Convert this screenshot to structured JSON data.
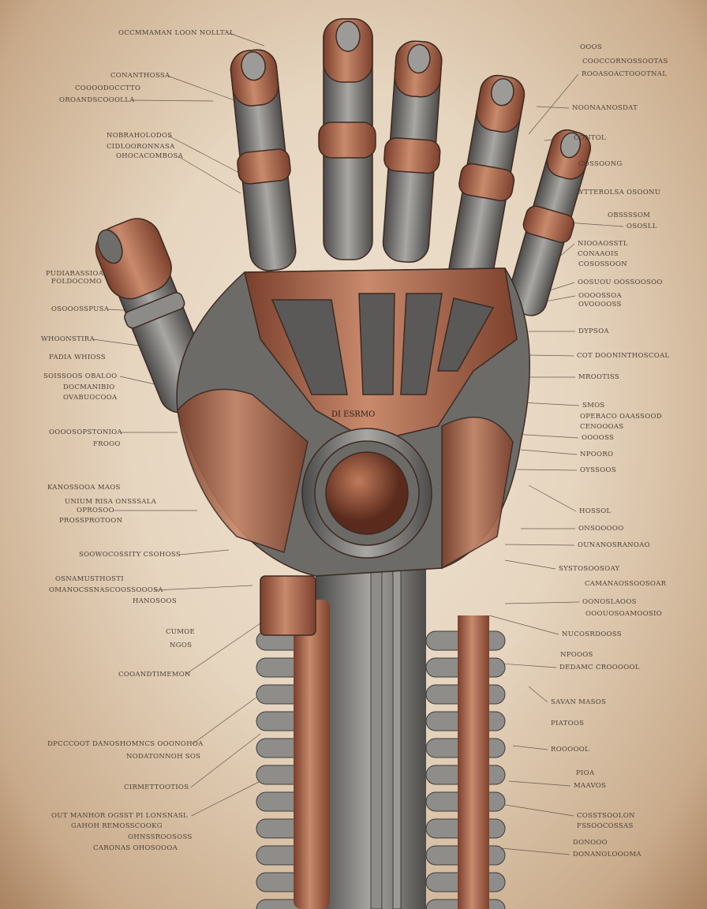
{
  "illustration": {
    "subject": "mechanical-hand",
    "colors": {
      "paper": "#e9dcc8",
      "copper": "#a8644a",
      "steel": "#7d7c7a",
      "ink": "#4e4036"
    },
    "palm_engraving": "DI ESRMO"
  },
  "labels": {
    "left": [
      "OCCMMAMAN LOON NOLLTAL",
      "CONANTHOSSA",
      "COOOODOCCTTO",
      "OROANDSCOOOLLA",
      "NOBRAHOLODOS",
      "CIDLOORONNASA",
      "OHOCACOMBOSA",
      "PUDIARASSIOA",
      "FOLDOCOMO",
      "OSOOOSSPUSA",
      "WHOONSTIRA",
      "FADIA WHIOSS",
      "SOISSOOS OBALOO",
      "DOCMANIBIO",
      "OVABUOCOOA",
      "OOOOSOPSTONIOA",
      "FROOO",
      "KANOSSOOA MAOS",
      "UNIUM RISA ONSSSALA",
      "OPROSOO",
      "PROSSPROTOON",
      "SOOWOCOSSITY CSOHOSS",
      "OSNAMUSTHOSTI",
      "OMANOCSSNASCOOSSOOOSA",
      "HANOSOOS",
      "CUMOE",
      "NGOS",
      "COOANDTIMEMON",
      "DPCCCOOT DANOSHOMNCS OOONOHOA",
      "NODATONNOH SOS",
      "CIRMETTOOTIOS",
      "OUT MANHOR OGSST PI LONSNASL",
      "GAHOH REMOSSCOOKG",
      "OHNSSROOSOSS",
      "CARONAS OHOSOOOA"
    ],
    "right": [
      "OOOS",
      "COOCCORNOSSOOTAS",
      "ROOASOACTOOOTNAL",
      "NOONAANOSDAT",
      "CONTOL",
      "COSSOONG",
      "WTTEROLSA OSOONU",
      "OBSSSSOM",
      "OSOSLL",
      "NIOOAOSSTL",
      "CONAAOIS",
      "COSOSSOON",
      "OOSUOU OOSSOOSOO",
      "OOOOSSOA",
      "OVOOOOSS",
      "DYPSOA",
      "COT DOONINTHOSCOAL",
      "MROOTISS",
      "SMOS",
      "OPERACO OAASSOOD",
      "CENOOOAS",
      "OOOOSS",
      "NPOORO",
      "OYSSOOS",
      "HOSSOL",
      "ONSOOOOO",
      "OUNANOSRANOAO",
      "SYSTOSOOSOAY",
      "CAMANAOSSOOSOAR",
      "OONOSLAOOS",
      "OOOUOSOAMOOSIO",
      "NUCOSRDOOSS",
      "NPOOOS",
      "DEDAMC CROOOOOL",
      "SAVAN MASOS",
      "PIATOOS",
      "ROOOOOL",
      "PIOA",
      "MAAVOS",
      "COSSTSOOLON",
      "FSSOOCOSSAS",
      "DONOOO",
      "DONANOLOOOMA"
    ]
  }
}
